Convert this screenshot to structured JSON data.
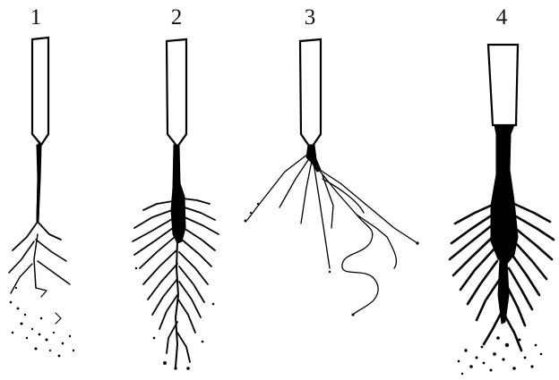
{
  "figure": {
    "panels": [
      {
        "label": "1",
        "icon": "needle-tip-with-sparse-branching-icon"
      },
      {
        "label": "2",
        "icon": "needle-tip-with-dense-branching-icon"
      },
      {
        "label": "3",
        "icon": "needle-tip-with-thin-wavy-filaments-icon"
      },
      {
        "label": "4",
        "icon": "needle-tip-with-thick-trunk-branching-icon"
      }
    ]
  }
}
